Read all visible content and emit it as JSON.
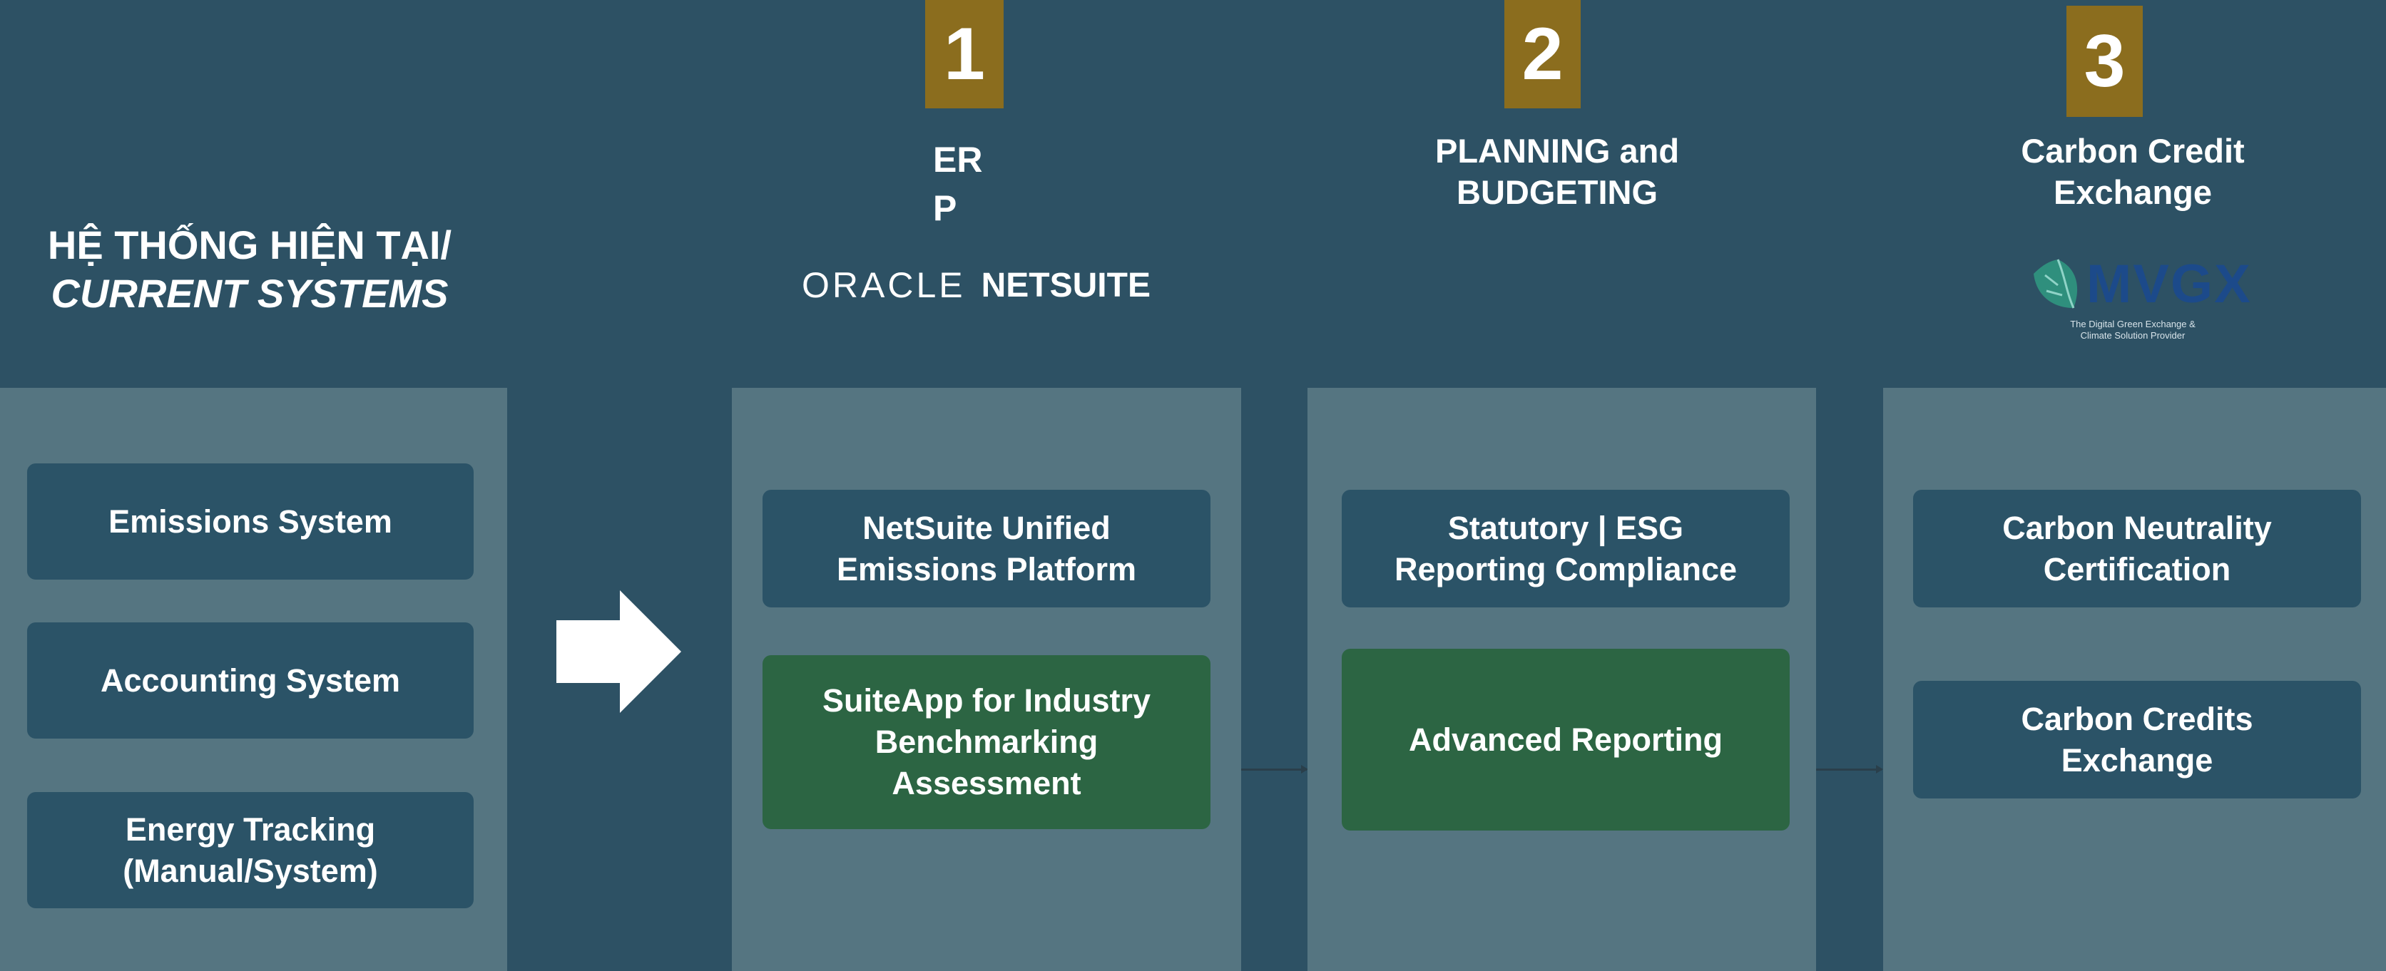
{
  "current": {
    "title_line1": "HỆ THỐNG HIỆN TẠI/",
    "title_line2": "CURRENT SYSTEMS",
    "items": [
      {
        "label": "Emissions System"
      },
      {
        "label": "Accounting System"
      },
      {
        "label": "Energy Tracking\n(Manual/System)"
      }
    ]
  },
  "columns": [
    {
      "number": "1",
      "title": "ER\nP",
      "logo_text_a": "ORACLE",
      "logo_text_b": "NETSUITE",
      "items": [
        {
          "label": "NetSuite Unified\nEmissions Platform"
        },
        {
          "label": "SuiteApp for Industry\nBenchmarking\nAssessment",
          "highlight": true
        }
      ]
    },
    {
      "number": "2",
      "title": "PLANNING and\nBUDGETING",
      "items": [
        {
          "label": "Statutory | ESG\nReporting Compliance"
        },
        {
          "label": "Advanced Reporting",
          "highlight": true
        }
      ]
    },
    {
      "number": "3",
      "title": "Carbon Credit\nExchange",
      "logo_text": "MVGX",
      "logo_tagline": "The Digital Green Exchange &\nClimate Solution Provider",
      "items": [
        {
          "label": "Carbon Neutrality\nCertification"
        },
        {
          "label": "Carbon Credits\nExchange"
        }
      ]
    }
  ],
  "colors": {
    "background": "#2d5164",
    "panel": "#557581",
    "box": "#2b5367",
    "highlight_box": "#2c6543",
    "badge": "#8b6d1e"
  }
}
